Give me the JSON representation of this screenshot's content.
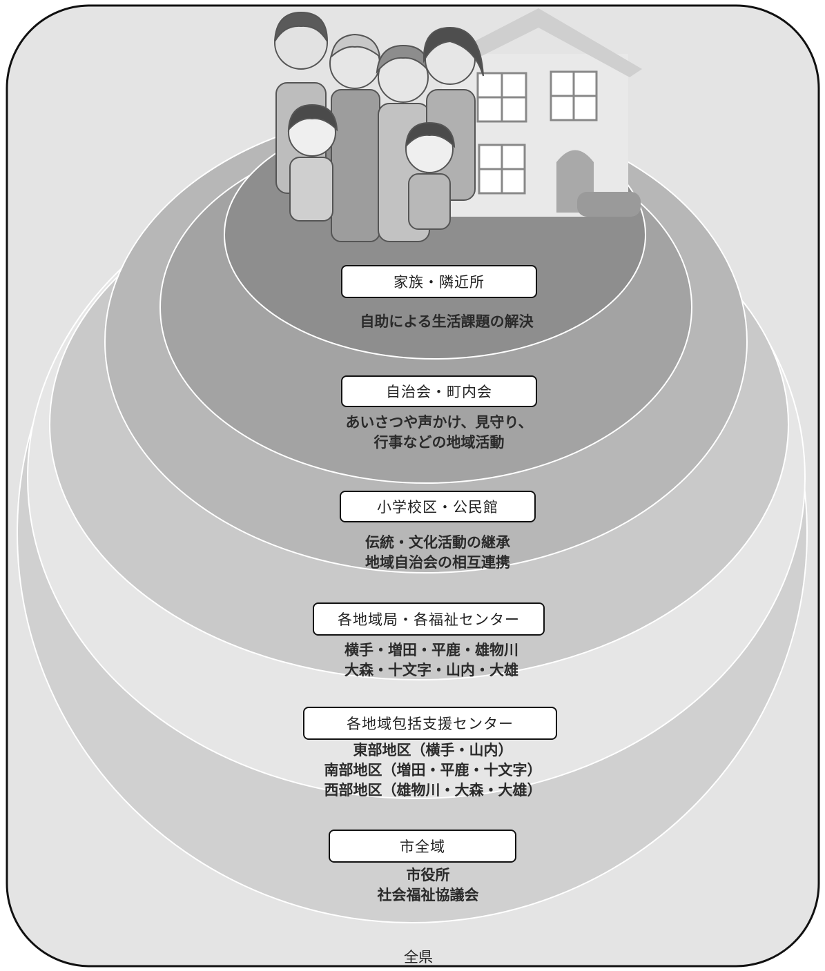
{
  "rings": [
    {
      "key": "city",
      "label": "市全域",
      "lines": [
        "市役所",
        "社会福祉協議会"
      ]
    },
    {
      "key": "support",
      "label": "各地域包括支援センター",
      "lines": [
        "東部地区（横手・山内）",
        "南部地区（増田・平鹿・十文字）",
        "西部地区（雄物川・大森・大雄）"
      ]
    },
    {
      "key": "office",
      "label": "各地域局・各福祉センター",
      "lines": [
        "横手・増田・平鹿・雄物川",
        "大森・十文字・山内・大雄"
      ]
    },
    {
      "key": "school",
      "label": "小学校区・公民館",
      "lines": [
        "伝統・文化活動の継承",
        "地域自治会の相互連携"
      ]
    },
    {
      "key": "town",
      "label": "自治会・町内会",
      "lines": [
        "あいさつや声かけ、見守り、",
        "行事などの地域活動"
      ]
    },
    {
      "key": "family",
      "label": "家族・隣近所",
      "lines": [
        "自助による生活課題の解決"
      ]
    }
  ],
  "outer_label": "全県",
  "colors": {
    "frame_fill": "#e4e4e4",
    "ring_city": "#d0d0d0",
    "ring_support": "#e6e6e6",
    "ring_office": "#c9c9c9",
    "ring_school": "#b7b7b7",
    "ring_town": "#a3a3a3",
    "ring_family": "#8e8e8e"
  }
}
